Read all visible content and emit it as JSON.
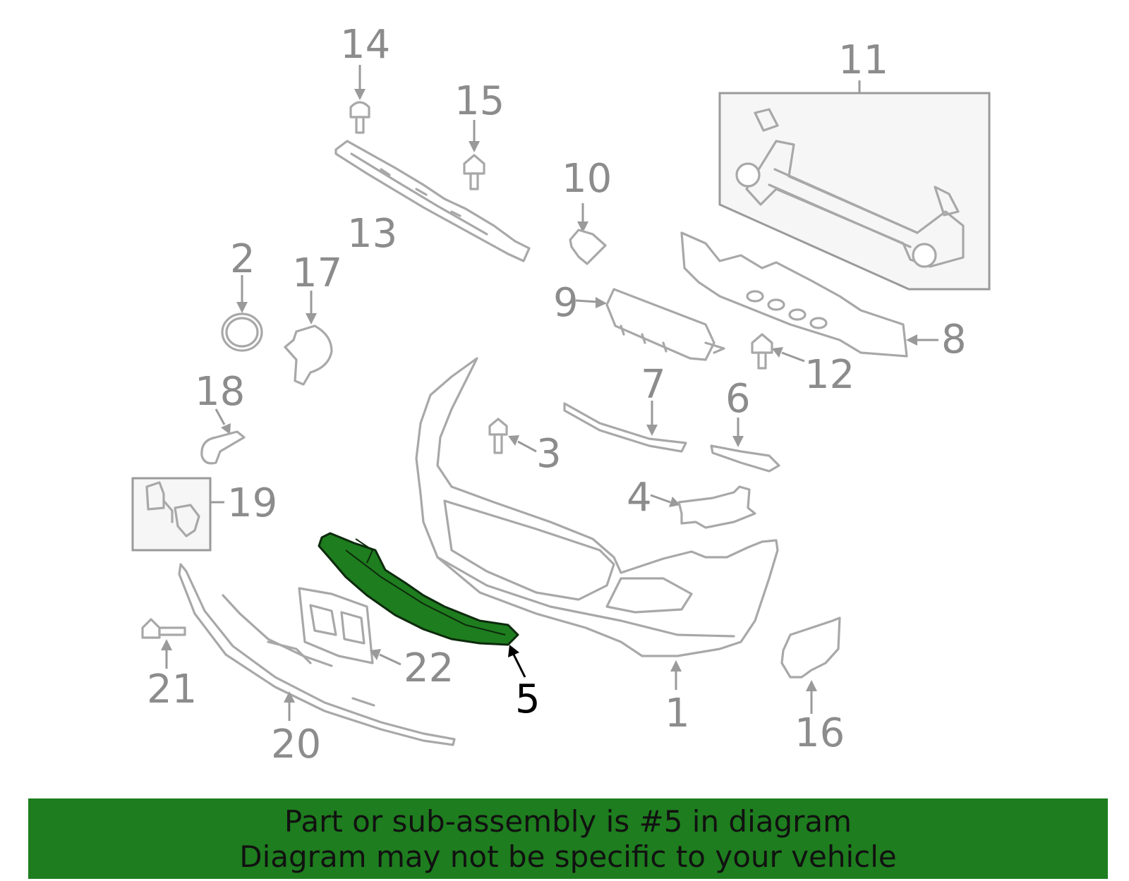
{
  "colors": {
    "highlight_part": "#1e7d1e",
    "banner_background": "#1e7d1e",
    "callout_gray": "#8c8c8c",
    "highlight_callout": "#000000"
  },
  "callouts": {
    "c1": "1",
    "c2": "2",
    "c3": "3",
    "c4": "4",
    "c5": "5",
    "c6": "6",
    "c7": "7",
    "c8": "8",
    "c9": "9",
    "c10": "10",
    "c11": "11",
    "c12": "12",
    "c13": "13",
    "c14": "14",
    "c15": "15",
    "c16": "16",
    "c17": "17",
    "c18": "18",
    "c19": "19",
    "c20": "20",
    "c21": "21",
    "c22": "22"
  },
  "highlighted_part": "5",
  "banner": {
    "line1": "Part or sub-assembly is #5 in diagram",
    "line2": "Diagram may not be specific to your vehicle"
  }
}
